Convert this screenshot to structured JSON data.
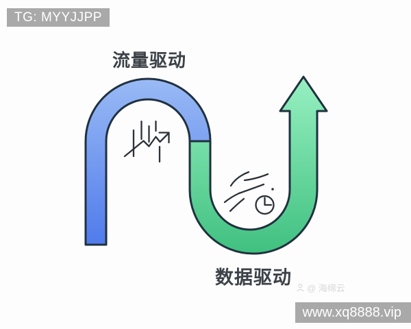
{
  "badges": {
    "tg": "TG: MYYJJPP",
    "site": "www.xq8888.vip"
  },
  "diagram": {
    "top_label": "流量驱动",
    "bottom_label": "数据驱动",
    "colors": {
      "blue_top": "#9abbf5",
      "blue_bottom": "#4f7aeb",
      "green_top": "#98f0c2",
      "green_bottom": "#3fc07f",
      "outline": "#20313f",
      "icon_stroke": "#2b3138"
    },
    "icons": {
      "inside_blue": "trending-up-chart-icon",
      "inside_green": "wind-clock-icon"
    }
  },
  "watermark": {
    "text": "@ 海绵云"
  }
}
